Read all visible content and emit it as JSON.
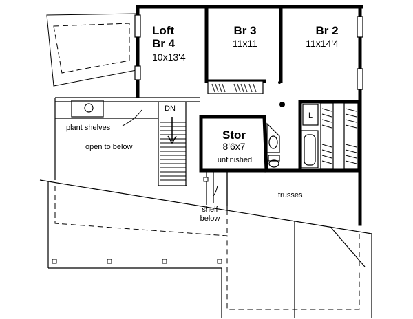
{
  "plan": {
    "rooms": {
      "loft": {
        "name1": "Loft",
        "name2": "Br 4",
        "size": "10x13'4"
      },
      "br3": {
        "name": "Br 3",
        "size": "11x11"
      },
      "br2": {
        "name": "Br 2",
        "size": "11x14'4"
      },
      "stor": {
        "name": "Stor",
        "size": "8'6x7",
        "note": "unfinished"
      }
    },
    "labels": {
      "dn": "DN",
      "plant_shelves": "plant shelves",
      "open_to_below": "open to below",
      "trusses": "trusses",
      "shelf1": "shelf",
      "shelf2": "below"
    },
    "fixtures": {
      "linen": "L"
    }
  }
}
